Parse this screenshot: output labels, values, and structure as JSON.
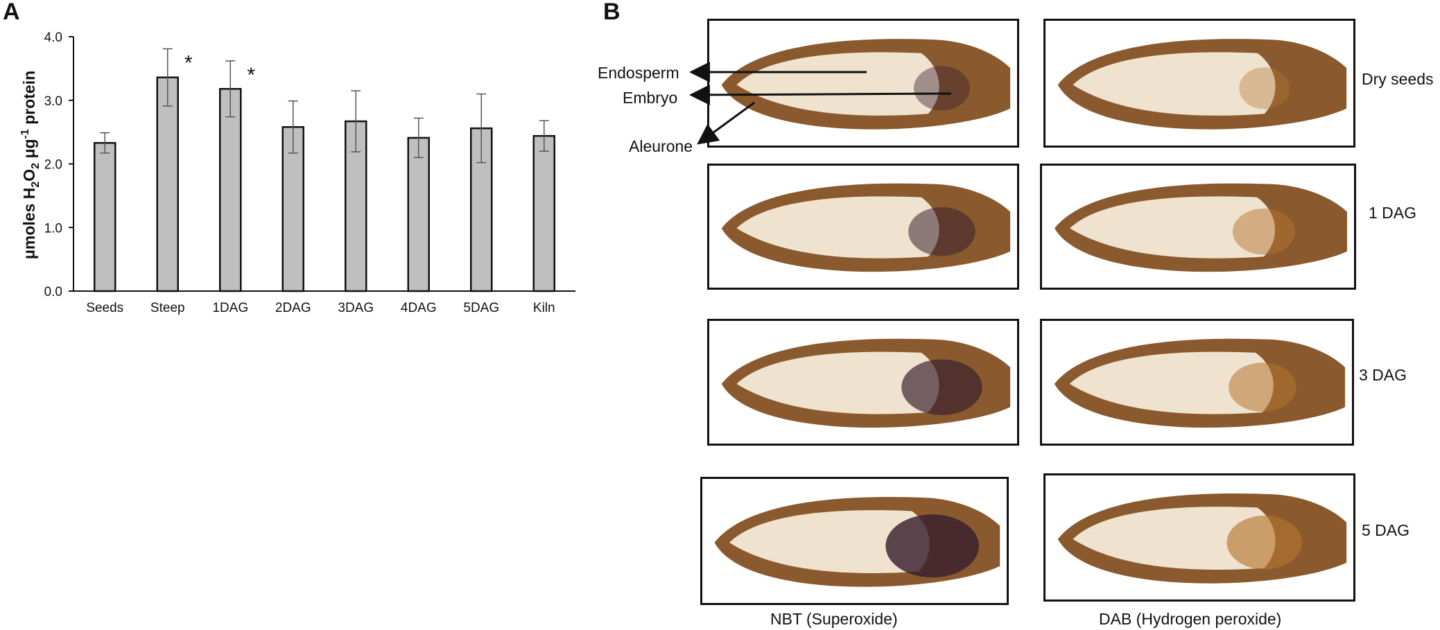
{
  "panel_a": {
    "letter": "A"
  },
  "panel_b": {
    "letter": "B",
    "column_labels": [
      "NBT (Superoxide)",
      "DAB (Hydrogen peroxide)"
    ],
    "row_labels": [
      "Dry seeds",
      "1 DAG",
      "3 DAG",
      "5 DAG"
    ],
    "annotations": [
      "Endosperm",
      "Embryo",
      "Aleurone"
    ],
    "colors": {
      "grain_outer": "#8a5a2e",
      "grain_inner": "#efe2cf",
      "nbt_stain": "#3a1f2e",
      "dab_stain": "#b5742f"
    }
  },
  "chart_data": {
    "type": "bar",
    "categories": [
      "Seeds",
      "Steep",
      "1DAG",
      "2DAG",
      "3DAG",
      "4DAG",
      "5DAG",
      "Kiln"
    ],
    "values": [
      2.33,
      3.36,
      3.18,
      2.58,
      2.67,
      2.41,
      2.56,
      2.44
    ],
    "errors": [
      0.16,
      0.45,
      0.44,
      0.41,
      0.48,
      0.31,
      0.54,
      0.24
    ],
    "significant": [
      false,
      true,
      true,
      false,
      false,
      false,
      false,
      false
    ],
    "significance_marker": "*",
    "ylabel_parts": [
      "μmoles H",
      "2",
      "O",
      "2",
      " μg",
      "-1",
      " protein"
    ],
    "ylim": [
      0,
      4
    ],
    "yticks": [
      "0.0",
      "1.0",
      "2.0",
      "3.0",
      "4.0"
    ],
    "grid": false,
    "bar_color": "#bfbfbf"
  }
}
